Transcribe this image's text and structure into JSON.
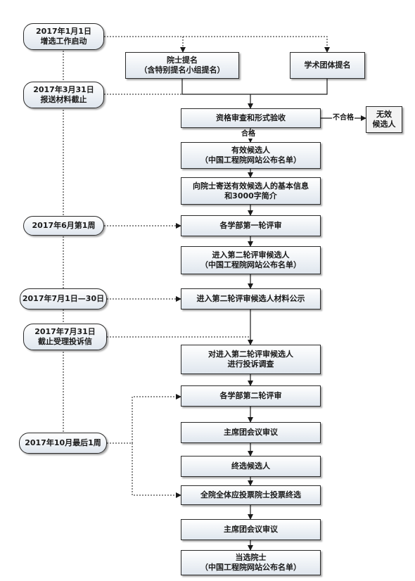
{
  "dates": {
    "d1": "2017年1月1日\n增选工作启动",
    "d2": "2017年3月31日\n报送材料截止",
    "d3": "2017年6月第1周",
    "d4": "2017年7月1日—30日",
    "d5": "2017年7月31日\n截止受理投诉信",
    "d6": "2017年10月最后1周"
  },
  "steps": {
    "nom_academician": "院士提名\n（含特别提名小组提名）",
    "nom_academic": "学术团体提名",
    "qualification": "资格审查和形式验收",
    "invalid": "无效\n候选人",
    "valid": "有效候选人\n（中国工程院网站公布名单）",
    "send_info": "向院士寄送有效候选人的基本信息\n和3000字简介",
    "round1": "各学部第一轮评审",
    "enter_round2": "进入第二轮评审候选人\n（中国工程院网站公布名单）",
    "publicity": "进入第二轮评审候选人材料公示",
    "complaint": "对进入第二轮评审候选人\n进行投诉调查",
    "round2": "各学部第二轮评审",
    "presidium1": "主席团会议审议",
    "final_candidates": "终选候选人",
    "vote": "全院全体应投票院士投票终选",
    "presidium2": "主席团会议审议",
    "elected": "当选院士\n（中国工程院网站公布名单）"
  },
  "labels": {
    "fail": "不合格",
    "pass": "合格"
  },
  "colors": {
    "line": "#1a1a1a",
    "box_top": "#ffffff",
    "box_bottom": "#dfe6ee"
  }
}
